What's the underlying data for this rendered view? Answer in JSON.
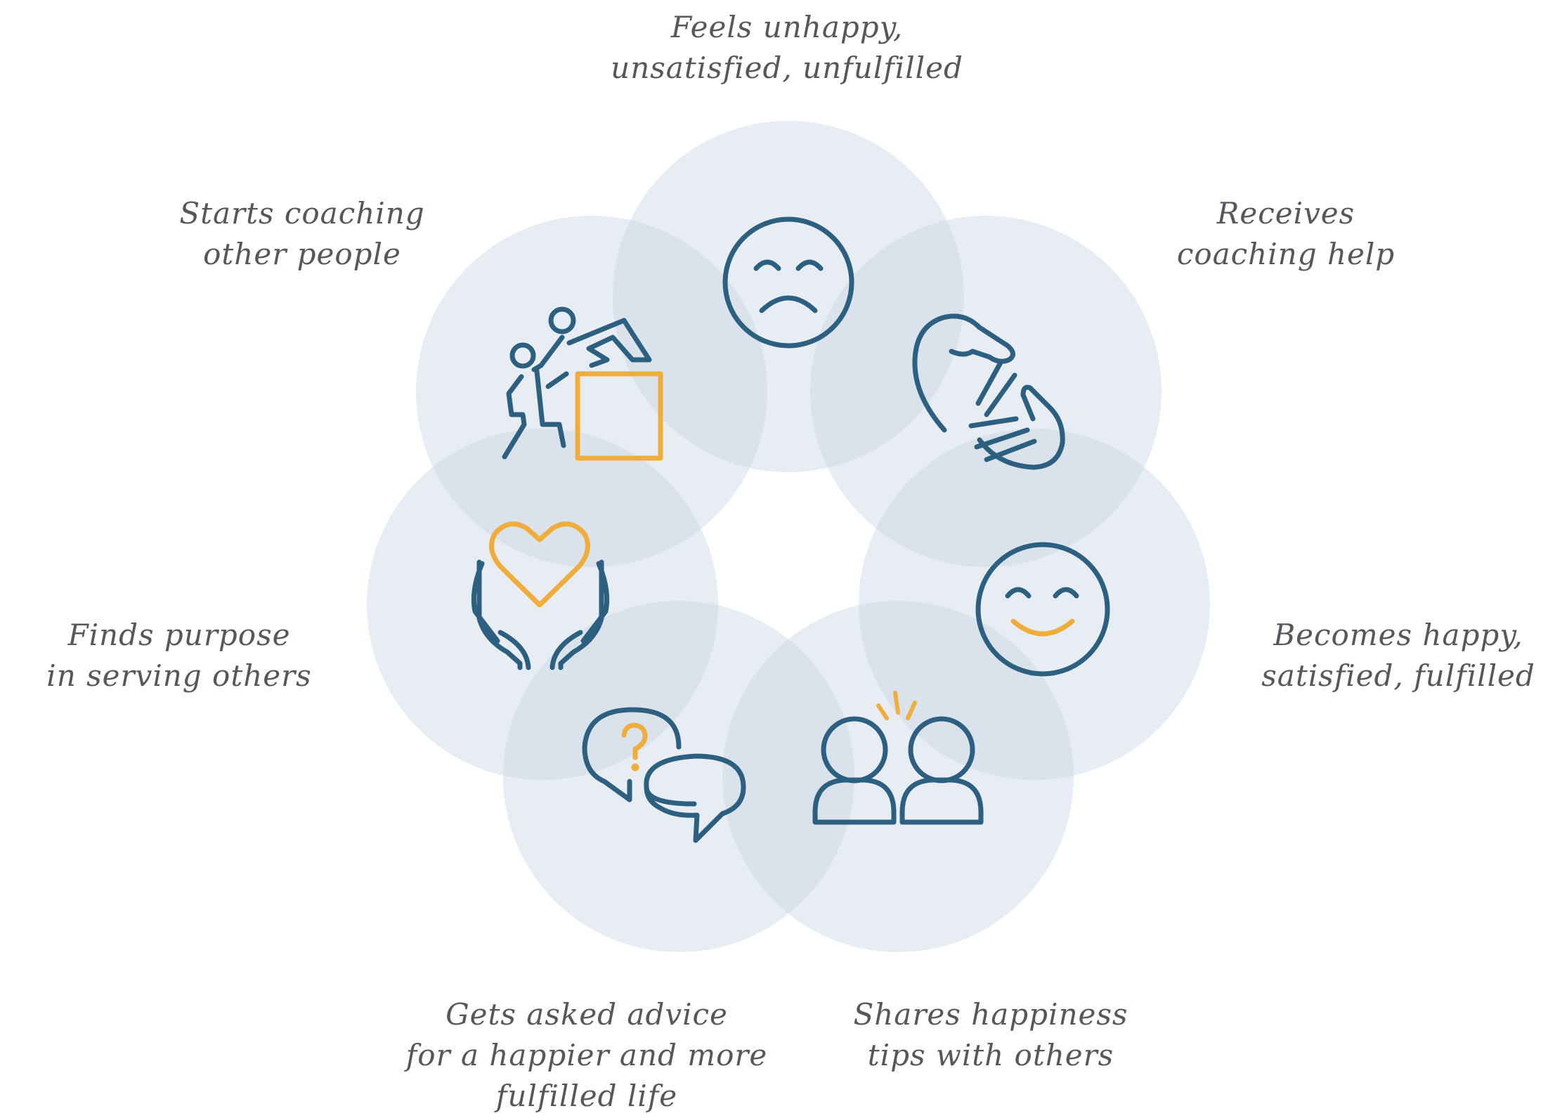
{
  "colors": {
    "circle": "#c9d7e3",
    "icon_primary": "#2c5f80",
    "icon_accent": "#f0ad3c",
    "text": "#55575a"
  },
  "stages": [
    {
      "icon": "sad-face-icon",
      "lines": [
        "Feels unhappy,",
        "unsatisfied, unfulfilled"
      ]
    },
    {
      "icon": "helping-hands-icon",
      "lines": [
        "Receives",
        "coaching help"
      ]
    },
    {
      "icon": "happy-face-icon",
      "lines": [
        "Becomes happy,",
        "satisfied, fulfilled"
      ]
    },
    {
      "icon": "two-people-icon",
      "lines": [
        "Shares happiness",
        "tips with others"
      ]
    },
    {
      "icon": "speech-bubbles-icon",
      "lines": [
        "Gets asked advice",
        "for a happier and more",
        "fulfilled life"
      ]
    },
    {
      "icon": "heart-in-hands-icon",
      "lines": [
        "Finds purpose",
        "in serving others"
      ]
    },
    {
      "icon": "climbing-people-icon",
      "lines": [
        "Starts coaching",
        "other people"
      ]
    }
  ]
}
